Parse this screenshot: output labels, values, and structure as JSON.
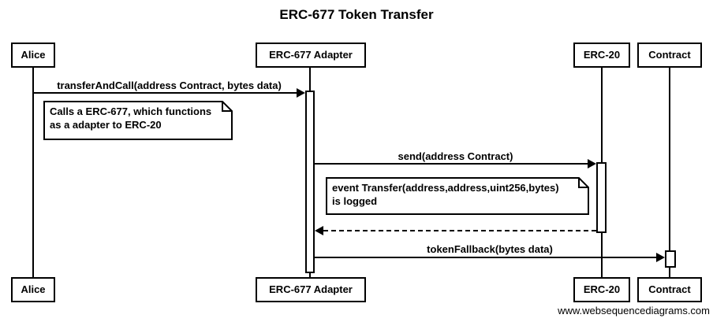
{
  "title": "ERC-677 Token Transfer",
  "actors": [
    {
      "name": "Alice"
    },
    {
      "name": "ERC-677 Adapter"
    },
    {
      "name": "ERC-20"
    },
    {
      "name": "Contract"
    }
  ],
  "messages": [
    {
      "label": "transferAndCall(address Contract, bytes data)",
      "from": "Alice",
      "to": "ERC-677 Adapter",
      "style": "solid"
    },
    {
      "label": "send(address Contract)",
      "from": "ERC-677 Adapter",
      "to": "ERC-20",
      "style": "solid"
    },
    {
      "label": "",
      "from": "ERC-20",
      "to": "ERC-677 Adapter",
      "style": "dashed-return"
    },
    {
      "label": "tokenFallback(bytes data)",
      "from": "ERC-677 Adapter",
      "to": "Contract",
      "style": "solid"
    }
  ],
  "notes": [
    {
      "line1": "Calls a ERC-677, which functions",
      "line2": "as a adapter to ERC-20"
    },
    {
      "line1": "event Transfer(address,address,uint256,bytes)",
      "line2": "is logged"
    }
  ],
  "footer": "www.websequencediagrams.com",
  "colors": {
    "line": "#000000",
    "background": "#ffffff"
  }
}
